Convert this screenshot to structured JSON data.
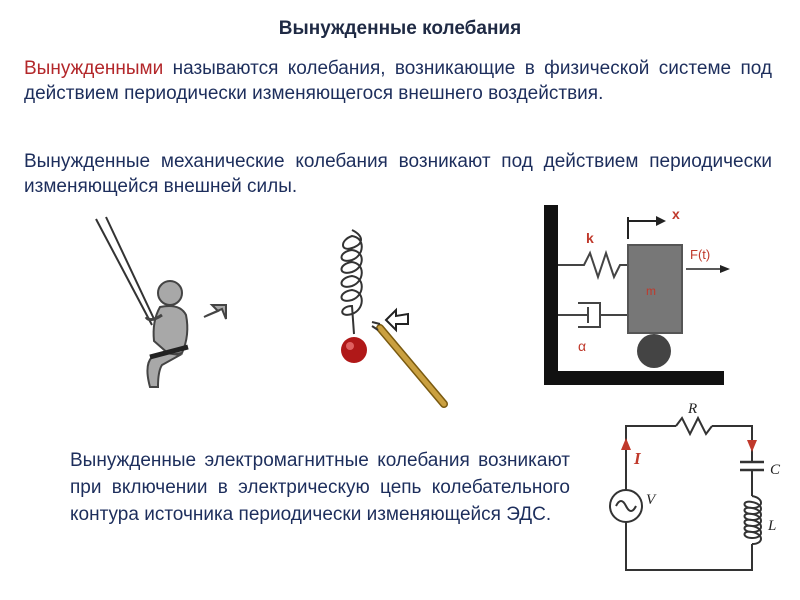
{
  "title": "Вынужденные колебания",
  "definition": {
    "highlight": "Вынужденными",
    "rest": " называются колебания, возникающие в физической системе под действием периодически изменяющегося внешнего воздействия."
  },
  "mechanical": "Вынужденные механические колебания возникают под действием периодически изменяющейся внешней силы.",
  "electromagnetic": "Вынужденные электромагнитные колебания возникают при включении в электрическую цепь колебательного контура  источника периодически изменяющейся ЭДС.",
  "spring_mass": {
    "k_label": "k",
    "x_label": "x",
    "force_label": "F(t)",
    "mass_label": "m",
    "damping_label": "α"
  },
  "circuit": {
    "R_label": "R",
    "C_label": "C",
    "L_label": "L",
    "I_label": "I",
    "V_label": "V"
  },
  "colors": {
    "title": "#1f2a44",
    "text": "#1d2e5c",
    "highlight": "#b3272a",
    "label_red": "#c0392b",
    "figure_gray": "#a8a8a8",
    "mass_gray": "#777777",
    "ball_red": "#b01818",
    "stick": "#b8860b"
  }
}
